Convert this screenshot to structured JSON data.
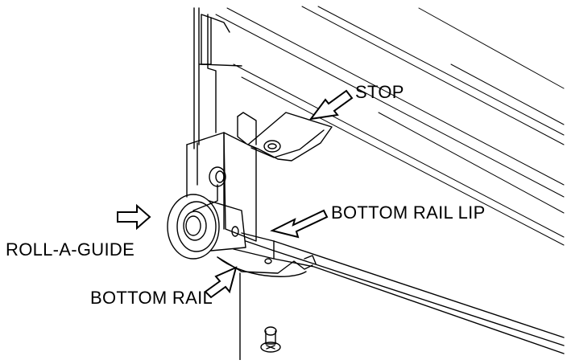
{
  "labels": {
    "stop": "STOP",
    "bottom_rail_lip": "BOTTOM RAIL LIP",
    "roll_a_guide": "ROLL-A-GUIDE",
    "bottom_rail": "BOTTOM RAIL"
  },
  "colors": {
    "line": "#000000",
    "background": "#ffffff"
  }
}
